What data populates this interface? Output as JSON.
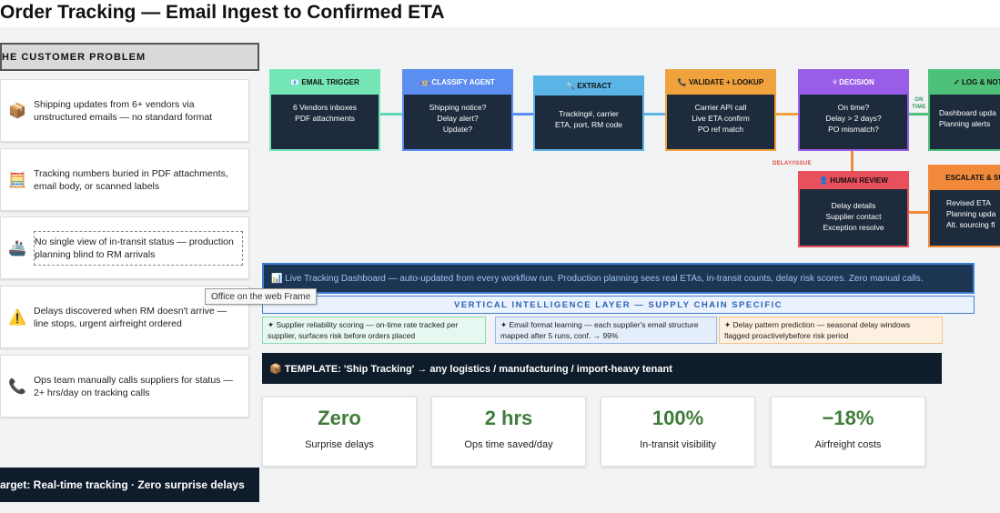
{
  "title": "Order Tracking — Email Ingest to Confirmed ETA",
  "problem": {
    "header": "HE CUSTOMER PROBLEM",
    "items": [
      {
        "icon": "package-icon",
        "glyph": "📦",
        "text": "Shipping updates from 6+ vendors via unstructured emails — no standard format"
      },
      {
        "icon": "abacus-icon",
        "glyph": "🧮",
        "text": "Tracking numbers buried in PDF attachments, email body, or scanned labels"
      },
      {
        "icon": "ship-icon",
        "glyph": "🚢",
        "text": "No single view of in-transit status — production planning blind to RM arrivals"
      },
      {
        "icon": "warning-icon",
        "glyph": "⚠️",
        "text": "Delays discovered when RM doesn't arrive — line stops, urgent airfreight ordered"
      },
      {
        "icon": "phone-icon",
        "glyph": "📞",
        "text": "Ops team manually calls suppliers for status — 2+ hrs/day on tracking calls"
      }
    ]
  },
  "target": "arget: Real-time tracking · Zero surprise delays",
  "tooltip": "Office on the web Frame",
  "flow": {
    "nodes": [
      {
        "id": "email",
        "head": "📧 EMAIL TRIGGER",
        "body": [
          "6 Vendors inboxes",
          "PDF attachments"
        ],
        "color": "#74e6b6"
      },
      {
        "id": "classify",
        "head": "🤖 CLASSIFY AGENT",
        "body": [
          "Shipping notice?",
          "Delay alert?",
          "Update?"
        ],
        "color": "#5b8ef0"
      },
      {
        "id": "extract",
        "head": "🔍 EXTRACT",
        "body": [
          "Tracking#, carrier",
          "ETA, port, RM code"
        ],
        "color": "#5bb4e6"
      },
      {
        "id": "validate",
        "head": "📞 VALIDATE + LOOKUP",
        "body": [
          "Carrier API call",
          "Live ETA confirm",
          "PO ref match"
        ],
        "color": "#f0a23c"
      },
      {
        "id": "decision",
        "head": "⑂ DECISION",
        "body": [
          "On time?",
          "Delay > 2 days?",
          "PO mismatch?"
        ],
        "color": "#9a5de8"
      },
      {
        "id": "log",
        "head": "✓ LOG & NOTIFY",
        "body": [
          "Dashboard upda",
          "Planning alerts"
        ],
        "color": "#4ec07a"
      },
      {
        "id": "human",
        "head": "👤 HUMAN REVIEW",
        "body": [
          "Delay details",
          "Supplier contact",
          "Exception resolve"
        ],
        "color": "#e8505c"
      },
      {
        "id": "escalate",
        "head": "ESCALATE & SUBMIT",
        "body": [
          "Revised ETA",
          "Planning upda",
          "Alt. sourcing fl"
        ],
        "color": "#f08a3a"
      }
    ],
    "edge_labels": {
      "on_time": "ON TIME",
      "delay_issue": "DELAY/ISSUE"
    },
    "edge_colors": {
      "c1": "#5fd8b3",
      "c2": "#5b8ef0",
      "c3": "#5bb4e6",
      "c4": "#f0a23c",
      "c5": "#4ec07a",
      "c6": "#f08a3a"
    }
  },
  "dashboard": "📊 Live Tracking Dashboard — auto-updated from every workflow run. Production planning sees real ETAs, in-transit counts, delay risk scores. Zero manual calls.",
  "vil": "VERTICAL INTELLIGENCE LAYER — SUPPLY CHAIN SPECIFIC",
  "features": [
    {
      "text": "✦ Supplier reliability scoring — on-time rate tracked per supplier, surfaces risk before orders placed",
      "bg": "#e6f8ef",
      "border": "#8fd8b5"
    },
    {
      "text": "✦ Email format learning — each supplier's email structure mapped after 5 runs, conf. → 99%",
      "bg": "#e5eefb",
      "border": "#93b5e8"
    },
    {
      "text": "✦ Delay pattern prediction — seasonal delay windows flagged proactivelybefore risk period",
      "bg": "#fdf0e0",
      "border": "#f2c48a"
    }
  ],
  "template_bar": "📦 TEMPLATE: 'Ship Tracking' → any logistics / manufacturing / import-heavy tenant",
  "kpis": [
    {
      "value": "Zero",
      "label": "Surprise delays"
    },
    {
      "value": "2 hrs",
      "label": "Ops time saved/day"
    },
    {
      "value": "100%",
      "label": "In-transit visibility"
    },
    {
      "value": "−18%",
      "label": "Airfreight costs"
    }
  ]
}
